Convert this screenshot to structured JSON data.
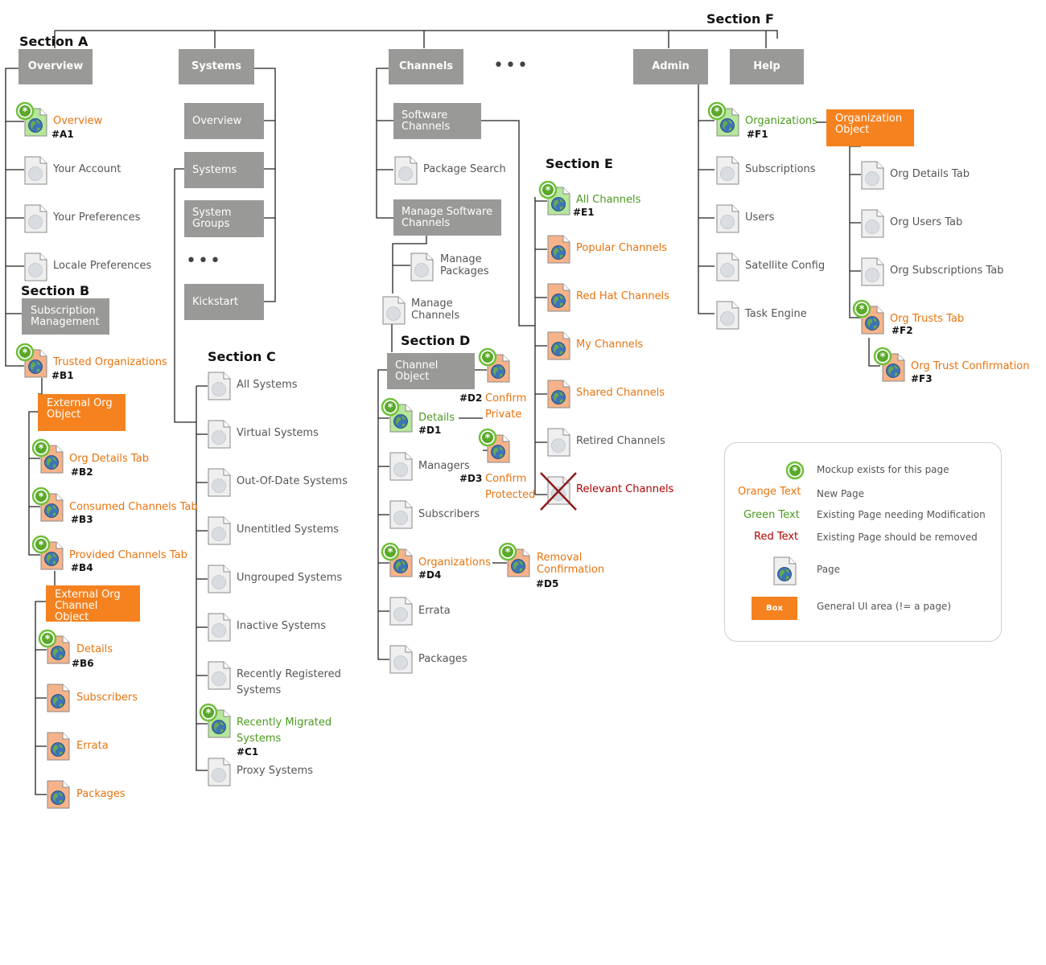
{
  "colors": {
    "gray_box": "#999a97",
    "orange_box": "#f5821f",
    "orange_text": "#e8730e",
    "green_text": "#4a9a1e",
    "red_text": "#b00000",
    "gray_text": "#555555"
  },
  "icons": {
    "page": "page-icon",
    "modified": "page-green-icon",
    "new": "page-orange-icon",
    "removed": "removed-x-icon",
    "mockup": "mockup-badge-icon"
  },
  "sections": {
    "a": "Section A",
    "b": "Section B",
    "c": "Section C",
    "d": "Section D",
    "e": "Section E",
    "f": "Section F"
  },
  "nav": {
    "overview": "Overview",
    "systems": "Systems",
    "channels": "Channels",
    "admin": "Admin",
    "help": "Help",
    "dots": "•••"
  },
  "section_a": {
    "overview": "Overview",
    "overview_tag": "#A1",
    "your_account": "Your Account",
    "your_preferences": "Your Preferences",
    "locale_preferences": "Locale Preferences"
  },
  "section_b": {
    "subscription_management": "Subscription Management",
    "trusted_orgs": "Trusted Organizations",
    "trusted_orgs_tag": "#B1",
    "external_org_object": "External Org Object",
    "org_details_tab": "Org Details Tab",
    "org_details_tag": "#B2",
    "consumed_channels_tab": "Consumed Channels Tab",
    "consumed_tag": "#B3",
    "provided_channels_tab": "Provided Channels Tab",
    "provided_tag": "#B4",
    "external_org_channel_object": "External Org Channel Object",
    "details": "Details",
    "details_tag": "#B6",
    "subscribers": "Subscribers",
    "errata": "Errata",
    "packages": "Packages"
  },
  "systems_menu": {
    "overview": "Overview",
    "systems": "Systems",
    "system_groups": "System Groups",
    "dots": "•••",
    "kickstart": "Kickstart"
  },
  "section_c": {
    "all_systems": "All Systems",
    "virtual_systems": "Virtual Systems",
    "out_of_date": "Out-Of-Date Systems",
    "unentitled": "Unentitled Systems",
    "ungrouped": "Ungrouped Systems",
    "inactive": "Inactive Systems",
    "recently_registered": "Recently Registered Systems",
    "recently_migrated": "Recently Migrated Systems",
    "recently_migrated_tag": "#C1",
    "proxy": "Proxy Systems"
  },
  "channels_menu": {
    "software_channels": "Software Channels",
    "package_search": "Package Search",
    "manage_software_channels": "Manage Software Channels",
    "manage_packages": "Manage Packages",
    "manage_channels": "Manage Channels"
  },
  "section_d": {
    "channel_object": "Channel Object",
    "confirm_private": "Confirm Private",
    "d2_tag": "#D2",
    "details": "Details",
    "d1_tag": "#D1",
    "managers": "Managers",
    "confirm_protected": "Confirm Protected",
    "d3_tag": "#D3",
    "subscribers": "Subscribers",
    "organizations": "Organizations",
    "d4_tag": "#D4",
    "removal_confirmation": "Removal Confirmation",
    "d5_tag": "#D5",
    "errata": "Errata",
    "packages": "Packages"
  },
  "section_e": {
    "all_channels": "All Channels",
    "e1_tag": "#E1",
    "popular": "Popular Channels",
    "red_hat": "Red Hat Channels",
    "my_channels": "My Channels",
    "shared": "Shared Channels",
    "retired": "Retired Channels",
    "relevant": "Relevant Channels"
  },
  "section_f": {
    "organizations": "Organizations",
    "f1_tag": "#F1",
    "organization_object": "Organization Object",
    "subscriptions": "Subscriptions",
    "users": "Users",
    "satellite_config": "Satellite Config",
    "task_engine": "Task Engine",
    "org_details_tab": "Org Details Tab",
    "org_users_tab": "Org Users Tab",
    "org_subscriptions_tab": "Org Subscriptions Tab",
    "org_trusts_tab": "Org Trusts Tab",
    "f2_tag": "#F2",
    "org_trust_confirmation": "Org Trust Confirmation",
    "f3_tag": "#F3"
  },
  "legend": {
    "mockup": "Mockup exists for this page",
    "orange_label": "Orange Text",
    "orange_desc": "New Page",
    "green_label": "Green Text",
    "green_desc": "Existing Page needing Modification",
    "red_label": "Red Text",
    "red_desc": "Existing Page should be removed",
    "page_desc": "Page",
    "box_label": "Box",
    "box_desc": "General UI area (!= a page)"
  }
}
